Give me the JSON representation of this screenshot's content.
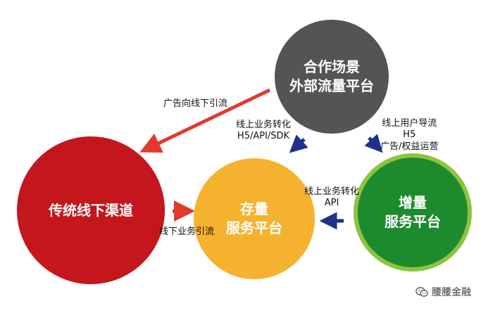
{
  "circles": {
    "external": {
      "line1": "合作场景",
      "line2": "外部流量平台"
    },
    "traditional": {
      "line1": "传统线下渠道"
    },
    "stock": {
      "line1": "存量",
      "line2": "服务平台"
    },
    "incremental": {
      "line1": "增量",
      "line2": "服务平台"
    }
  },
  "labels": {
    "ad_offline": "广告向线下引流",
    "online_conv_1": "线上业务转化",
    "online_conv_1_sub": "H5/API/SDK",
    "user_guide_1": "线上用户导流",
    "user_guide_2": "H5",
    "user_guide_3": "广告/权益运营",
    "online_conv_2": "线上业务转化",
    "online_conv_2_sub": "API",
    "offline_guide": "线下业务引流"
  },
  "watermark": {
    "text": "腰腰金融"
  },
  "colors": {
    "external": "#555354",
    "traditional": "#c4161c",
    "stock": "#f4b22e",
    "incremental": "#1d8a2e",
    "incremental_ring": "#8cc43e",
    "red_arrow": "#e03a2f",
    "blue_arrow": "#1f2f8c"
  }
}
